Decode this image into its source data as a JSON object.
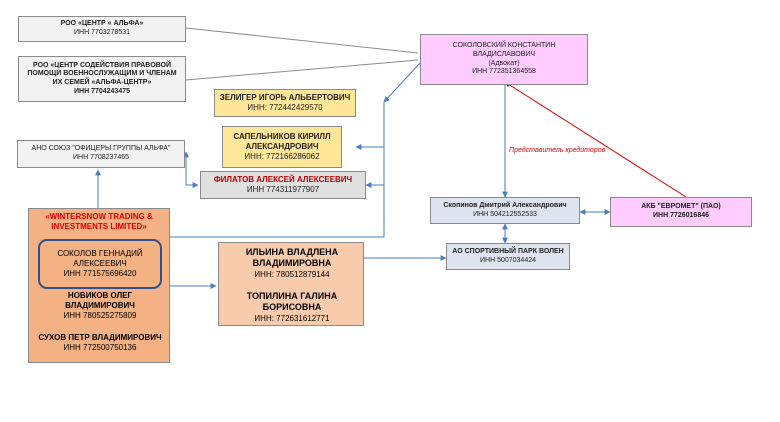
{
  "nodes": {
    "roo_alfa": {
      "name": "РОО «ЦЕНТР « АЛЬФА»",
      "inn": "ИНН 7703278531"
    },
    "roo_help": {
      "name": "РОО «ЦЕНТР СОДЕЙСТВИЯ ПРАВОВОЙ ПОМОЩИ ВОЕННОСЛУЖАЩИМ И ЧЛЕНАМ ИХ СЕМЕЙ «АЛЬФА-ЦЕНТР»",
      "inn": "ИНН 7704243475"
    },
    "sokolovsky": {
      "name": "СОКОЛОВСКИЙ КОНСТАНТИН ВЛАДИСЛАВОВИЧ",
      "role": "(Адвокат)",
      "inn": "ИНН 772351364558"
    },
    "zelinger": {
      "name": "ЗЕЛИГЕР ИГОРЬ АЛЬБЕРТОВИЧ",
      "inn": "ИНН: 772442429570"
    },
    "sapelnikov": {
      "name": "САПЕЛЬНИКОВ КИРИЛЛ АЛЕКСАНДРОВИЧ",
      "inn": "ИНН: 772166286062"
    },
    "ano": {
      "name": "АНО СОЮЗ \"ОФИЦЕРЫ ГРУППЫ АЛЬФА\"",
      "inn": "ИНН 7708237465"
    },
    "filatov": {
      "name": "ФИЛАТОВ АЛЕКСЕЙ АЛЕКСЕЕВИЧ",
      "inn": "ИНН 774311977907"
    },
    "skopinov": {
      "name": "Скопинов Дмитрий Александрович",
      "inn": "ИНН 504212552533"
    },
    "akb": {
      "name": "АКБ \"ЕВРОМЕТ\" (ПАО)",
      "inn": "ИНН 7726016846"
    },
    "park": {
      "name": "АО СПОРТИВНЫЙ ПАРК ВОЛЕН",
      "inn": "ИНН 5007034424"
    },
    "wintersnow": {
      "title": "«WINTERSNOW TRADING & INVESTMENTS LIMITED»",
      "sokolov_name": "СОКОЛОВ ГЕННАДИЙ АЛЕКСЕЕВИЧ",
      "sokolov_inn": "ИНН 771575696420",
      "novikov_name": "НОВИКОВ ОЛЕГ ВЛАДИМИРОВИЧ",
      "novikov_inn": "ИНН 780525275809",
      "sukhov_name": "СУХОВ ПЕТР ВЛАДИМИРОВИЧ",
      "sukhov_inn": "ИНН 772500750136"
    },
    "ilyina": {
      "ilyina_name": "ИЛЬИНА ВЛАДЛЕНА ВЛАДИМИРОВНА",
      "ilyina_inn": "ИНН: 780512879144",
      "topilina_name": "ТОПИЛИНА ГАЛИНА БОРИСОВНА",
      "topilina_inn": "ИНН: 772631612771"
    }
  },
  "edge_label": "Представитель кредиторов",
  "colors": {
    "line_gray": "#8c8c8c",
    "line_blue": "#4a7ebb",
    "line_red": "#e00000"
  }
}
